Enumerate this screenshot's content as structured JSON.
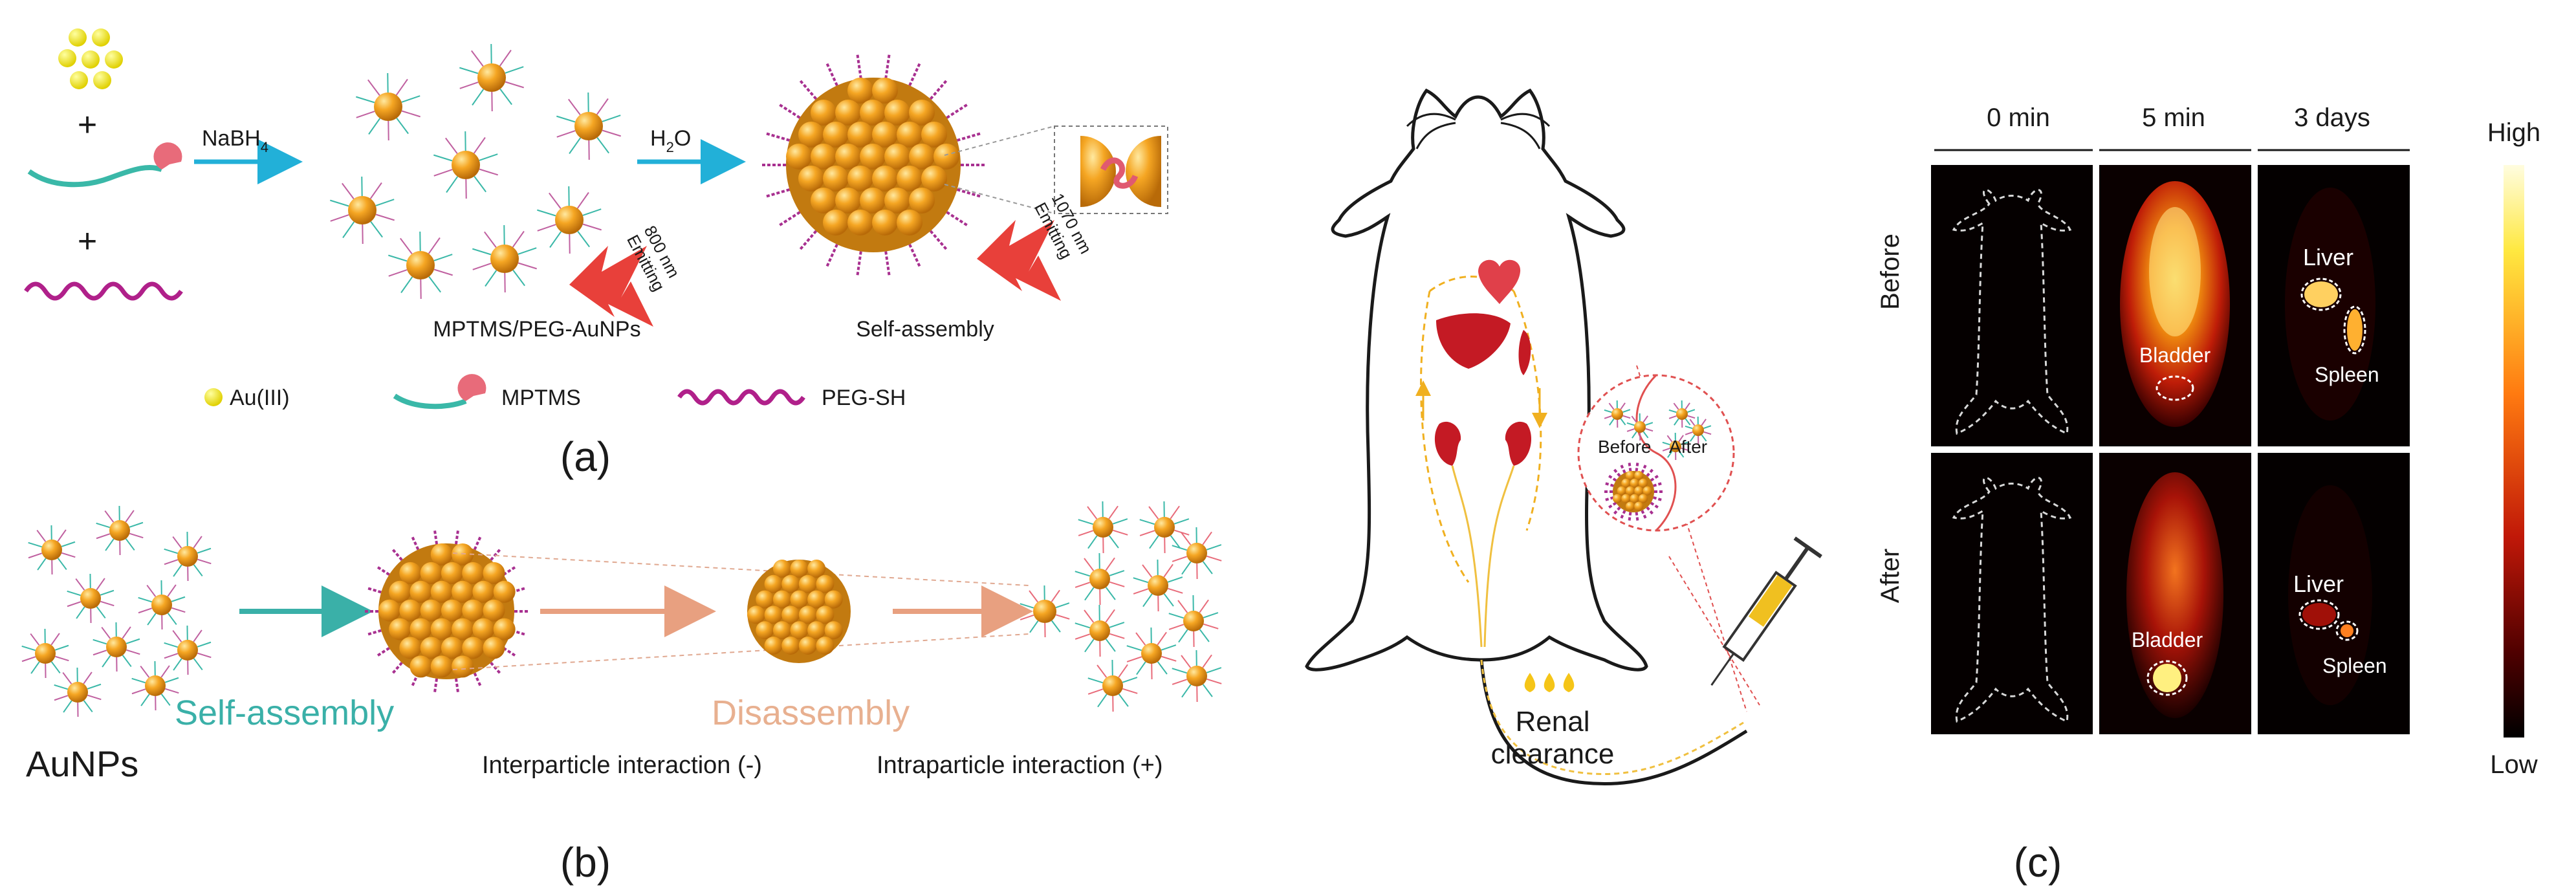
{
  "panel_a": {
    "plus": "+",
    "reagent": "NaBH",
    "reagent_sub": "4",
    "water": "H",
    "water_sub": "2",
    "water_o": "O",
    "emit_800": "800 nm",
    "emitting": "Emitting",
    "emit_1070": "1070 nm",
    "label_small": "MPTMS/PEG-AuNPs",
    "label_assembly": "Self-assembly",
    "legend_au": "Au(III)",
    "legend_mptms": "MPTMS",
    "legend_peg": "PEG-SH",
    "caption": "(a)",
    "colors": {
      "gold": "#f0a020",
      "arrow": "#22b0d8",
      "peg": "#b0208a",
      "mptms": "#3ab8a8",
      "bolt": "#e8403a"
    }
  },
  "panel_b": {
    "assembly": "Self-assembly",
    "disassembly": "Disassembly",
    "aunps": "AuNPs",
    "inter": "Interparticle interaction (-)",
    "intra": "Intraparticle interaction (+)",
    "caption": "(b)",
    "colors": {
      "teal": "#3ab0a8",
      "salmon": "#e8a080"
    }
  },
  "panel_mouse": {
    "before": "Before",
    "after": "After",
    "renal1": "Renal",
    "renal2": "clearance"
  },
  "panel_c": {
    "col_0": "0 min",
    "col_5": "5 min",
    "col_3d": "3 days",
    "row_before": "Before",
    "row_after": "After",
    "bladder": "Bladder",
    "liver": "Liver",
    "spleen": "Spleen",
    "high": "High",
    "low": "Low",
    "caption": "(c)"
  }
}
